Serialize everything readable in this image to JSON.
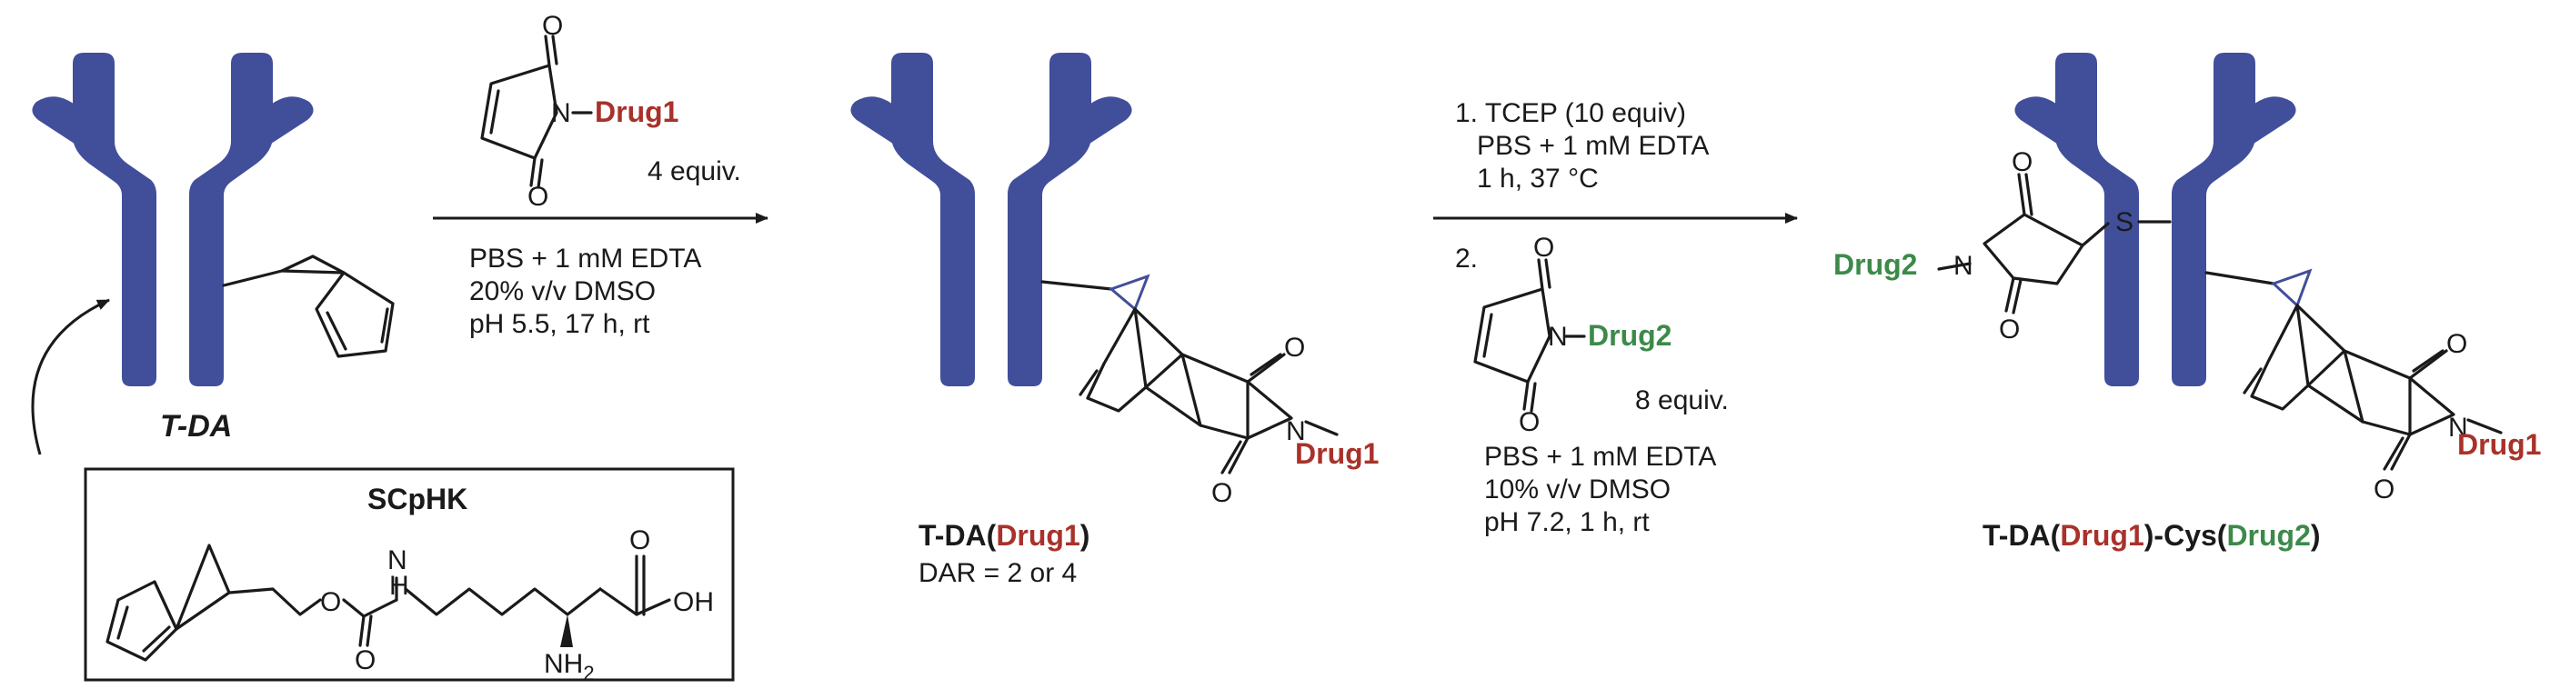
{
  "colors": {
    "antibody": "#414e9a",
    "drug1": "#a8322b",
    "drug2": "#3c8a4a",
    "ink": "#1a1a1a"
  },
  "reagents": {
    "drug1": "Drug1",
    "drug2": "Drug2",
    "atom_O": "O",
    "atom_N": "N",
    "atom_S": "S",
    "atom_H": "H",
    "atom_OH": "OH",
    "atom_NH2": "NH",
    "subscript_2": "2"
  },
  "step1": {
    "equiv": "4 equiv.",
    "cond1": "PBS + 1 mM EDTA",
    "cond2": "20% v/v DMSO",
    "cond3": "pH 5.5, 17 h, rt"
  },
  "step2": {
    "line1": "1. TCEP (10 equiv)",
    "line2": "PBS + 1 mM EDTA",
    "line3": "1 h, 37 °C",
    "num2": "2.",
    "equiv": "8 equiv.",
    "cond1": "PBS + 1 mM EDTA",
    "cond2": "10% v/v DMSO",
    "cond3": "pH 7.2, 1 h, rt"
  },
  "labels": {
    "tda": "T-DA",
    "scphk": "SCpHK",
    "intermediate_prefix": "T-DA(",
    "intermediate_drug": "Drug1",
    "intermediate_suffix": ")",
    "dar": "DAR = 2 or 4",
    "final_prefix": "T-DA(",
    "final_drug1": "Drug1",
    "final_mid": ")-Cys(",
    "final_drug2": "Drug2",
    "final_suffix": ")"
  }
}
